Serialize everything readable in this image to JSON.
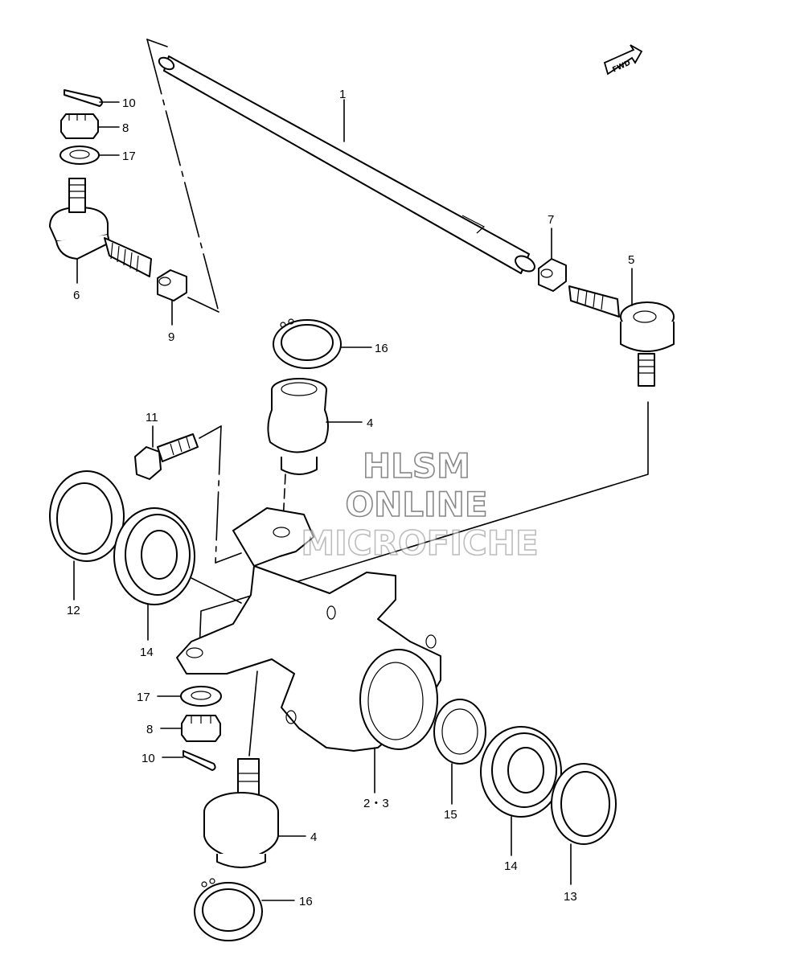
{
  "watermark": {
    "line1": "HLSM",
    "line2": "ONLINE",
    "line3": "MICROFICHE"
  },
  "direction_badge": "FWD",
  "callouts": [
    {
      "id": "c1",
      "label": "1"
    },
    {
      "id": "c10a",
      "label": "10"
    },
    {
      "id": "c8a",
      "label": "8"
    },
    {
      "id": "c17a",
      "label": "17"
    },
    {
      "id": "c6",
      "label": "6"
    },
    {
      "id": "c9",
      "label": "9"
    },
    {
      "id": "c7",
      "label": "7"
    },
    {
      "id": "c5",
      "label": "5"
    },
    {
      "id": "c16a",
      "label": "16"
    },
    {
      "id": "c4a",
      "label": "4"
    },
    {
      "id": "c11",
      "label": "11"
    },
    {
      "id": "c12",
      "label": "12"
    },
    {
      "id": "c14a",
      "label": "14"
    },
    {
      "id": "c17b",
      "label": "17"
    },
    {
      "id": "c8b",
      "label": "8"
    },
    {
      "id": "c10b",
      "label": "10"
    },
    {
      "id": "c23",
      "label": "2・3"
    },
    {
      "id": "c15",
      "label": "15"
    },
    {
      "id": "c14b",
      "label": "14"
    },
    {
      "id": "c13",
      "label": "13"
    },
    {
      "id": "c4b",
      "label": "4"
    },
    {
      "id": "c16b",
      "label": "16"
    }
  ]
}
